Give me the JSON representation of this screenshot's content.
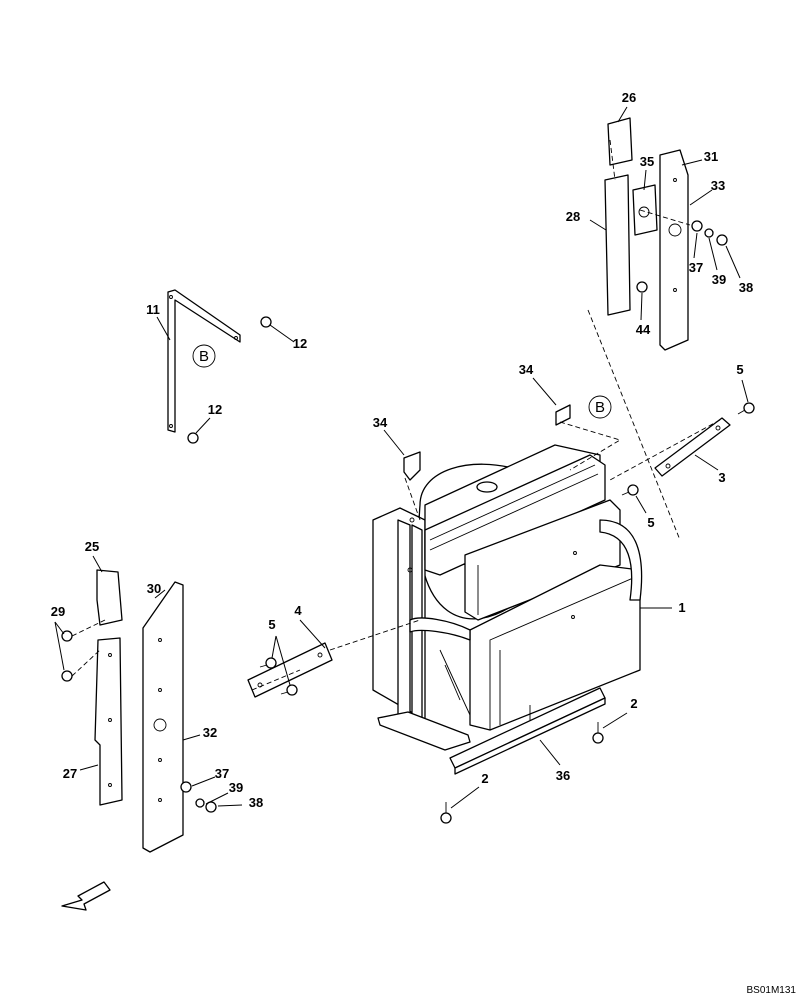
{
  "drawing_code": "BS01M131",
  "reference_mark": "B",
  "callouts": {
    "c1": "1",
    "c2a": "2",
    "c2b": "2",
    "c3": "3",
    "c4": "4",
    "c5a": "5",
    "c5b": "5",
    "c5c": "5",
    "c11": "11",
    "c12a": "12",
    "c12b": "12",
    "c25": "25",
    "c26": "26",
    "c27": "27",
    "c28": "28",
    "c29": "29",
    "c30": "30",
    "c31": "31",
    "c32": "32",
    "c33": "33",
    "c34a": "34",
    "c34b": "34",
    "c35": "35",
    "c36": "36",
    "c37a": "37",
    "c37b": "37",
    "c38a": "38",
    "c38b": "38",
    "c39a": "39",
    "c39b": "39",
    "c44": "44"
  }
}
